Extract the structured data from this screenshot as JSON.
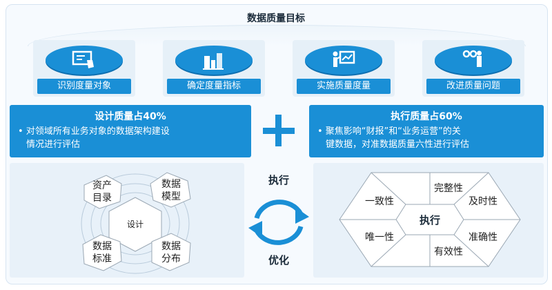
{
  "title": "数据质量目标",
  "steps": [
    {
      "label": "识别度量对象",
      "icon": "screen-hand-icon"
    },
    {
      "label": "确定度量指标",
      "icon": "bar-chart-icon"
    },
    {
      "label": "实施质量度量",
      "icon": "presenter-board-icon"
    },
    {
      "label": "改进质量问题",
      "icon": "telescope-person-icon"
    }
  ],
  "left_panel": {
    "title": "设计质量占40%",
    "bullet_line1": "• 对领域所有业务对象的数据架构建设",
    "bullet_line2": "情况进行评估"
  },
  "right_panel": {
    "title": "执行质量占60%",
    "bullet_line1": "• 聚焦影响“财报”和“业务运营”的关",
    "bullet_line2": "键数据，对准数据质量六性进行评估"
  },
  "design_diagram": {
    "center": "设计",
    "items": [
      {
        "line1": "资产",
        "line2": "目录"
      },
      {
        "line1": "数据",
        "line2": "模型"
      },
      {
        "line1": "数据",
        "line2": "标准"
      },
      {
        "line1": "数据",
        "line2": "分布"
      }
    ]
  },
  "cycle": {
    "top": "执行",
    "bottom": "优化"
  },
  "quality_diagram": {
    "center": "执行",
    "items": [
      "完整性",
      "一致性",
      "及时性",
      "唯一性",
      "准确性",
      "有效性"
    ]
  },
  "colors": {
    "accent": "#1a8fd6",
    "panel_bg": "#e8f1f9"
  }
}
